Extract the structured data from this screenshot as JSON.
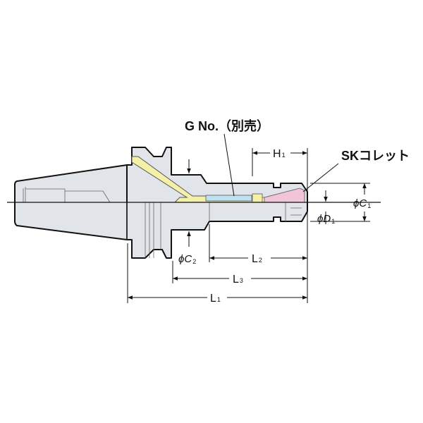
{
  "labels": {
    "g_no": "G No.（別売）",
    "sk_collet": "SKコレット",
    "h1": {
      "main": "H",
      "sub": "1"
    },
    "phi_c1": {
      "main": "ϕC",
      "sub": "1"
    },
    "phi_d1": {
      "main": "ϕD",
      "sub": "1"
    },
    "phi_c2": {
      "main": "ϕC",
      "sub": "2"
    },
    "l2": {
      "main": "L",
      "sub": "2"
    },
    "l3": {
      "main": "L",
      "sub": "3"
    },
    "l1": {
      "main": "L",
      "sub": "1"
    }
  },
  "colors": {
    "body": "#e1e4e9",
    "coolant": "#f5f0a8",
    "collet": "#f2c4d8",
    "gno": "#bfe2f0",
    "line": "#111111"
  }
}
